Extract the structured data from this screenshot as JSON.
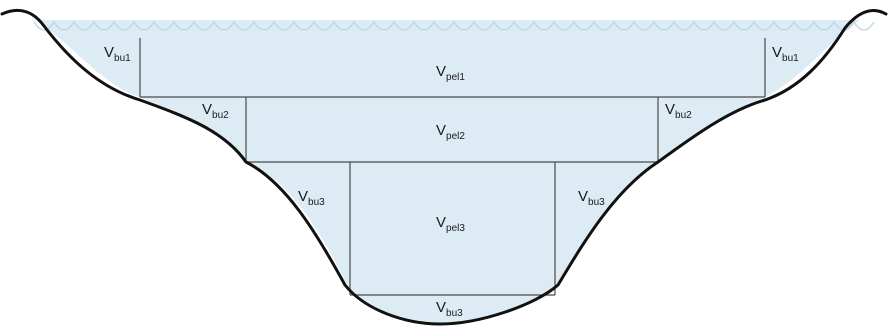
{
  "diagram": {
    "colors": {
      "water": "#dcebf4",
      "outline": "#111111",
      "grid": "#4a4a4a",
      "wave": "#bcd6e6"
    },
    "zones": {
      "bu1_left": {
        "base": "V",
        "sub": "bu1"
      },
      "pel1": {
        "base": "V",
        "sub": "pel1"
      },
      "bu1_right": {
        "base": "V",
        "sub": "bu1"
      },
      "bu2_left": {
        "base": "V",
        "sub": "bu2"
      },
      "pel2": {
        "base": "V",
        "sub": "pel2"
      },
      "bu2_right": {
        "base": "V",
        "sub": "bu2"
      },
      "bu3_left": {
        "base": "V",
        "sub": "bu3"
      },
      "pel3": {
        "base": "V",
        "sub": "pel3"
      },
      "bu3_right": {
        "base": "V",
        "sub": "bu3"
      },
      "bu3_bottom": {
        "base": "V",
        "sub": "bu3"
      }
    }
  }
}
